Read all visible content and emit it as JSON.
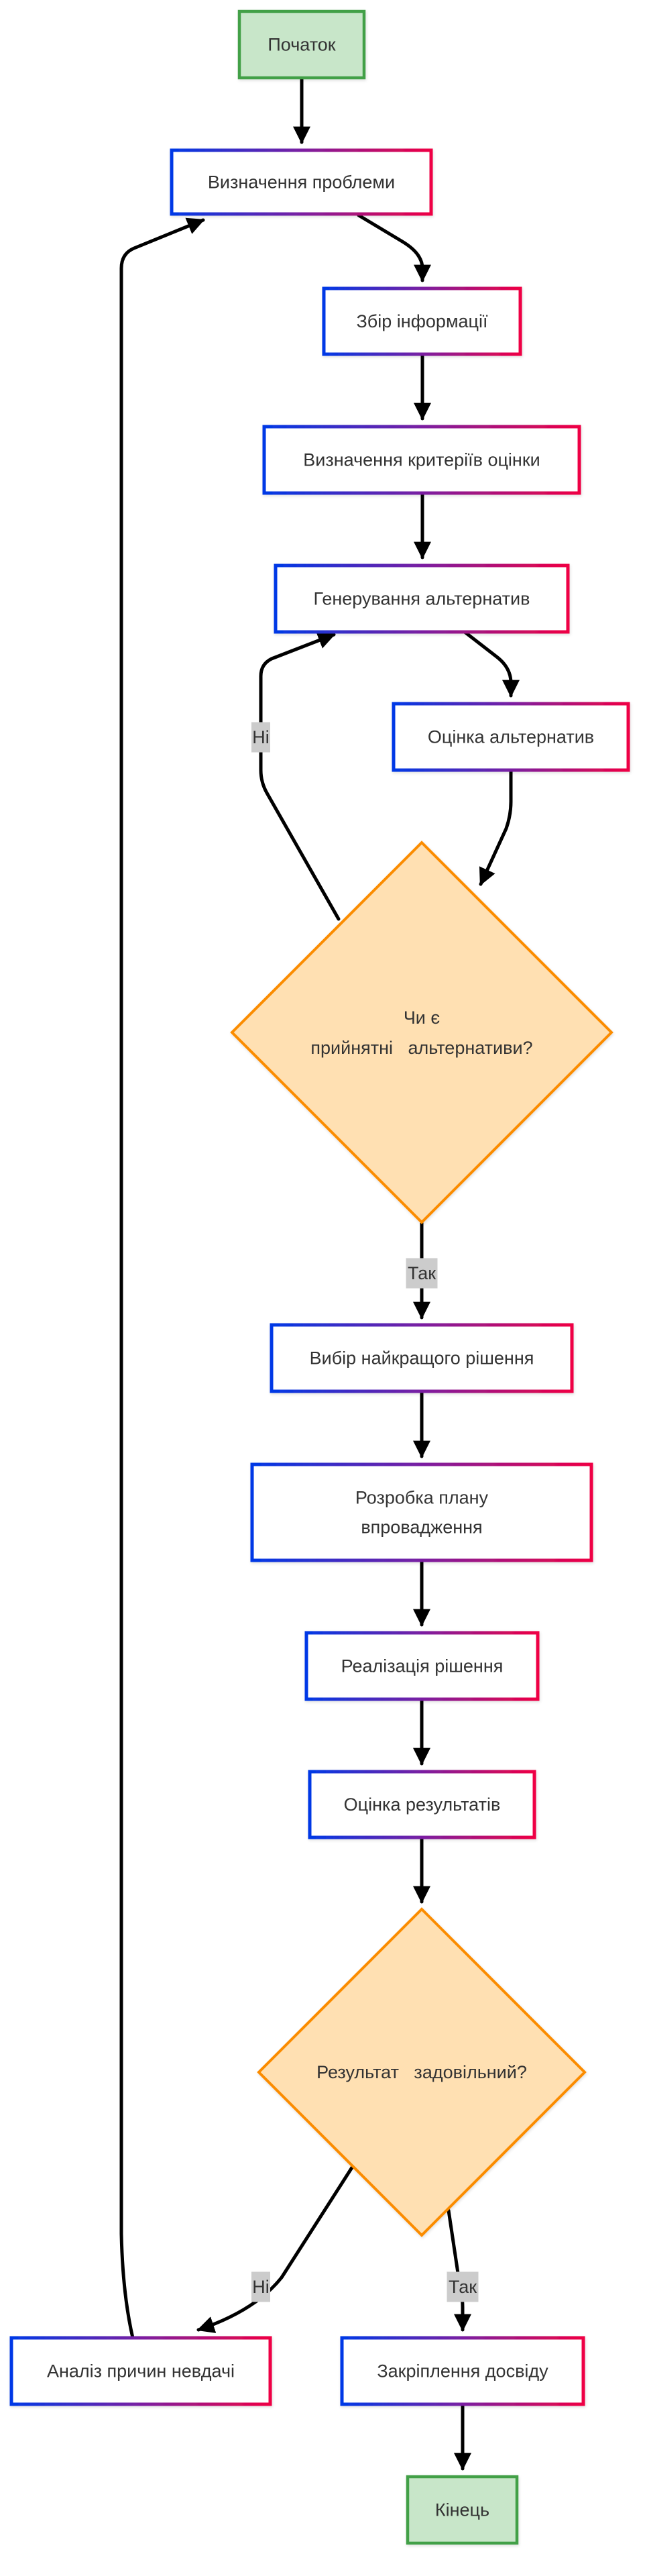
{
  "diagram": {
    "type": "flowchart",
    "language": "uk",
    "colors": {
      "terminal_fill": "#c8e6c9",
      "terminal_stroke": "#43a047",
      "process_fill": "#ffffff",
      "process_stroke_gradient": [
        "#0039e6",
        "#ef0044"
      ],
      "decision_fill": "#ffe0b2",
      "decision_stroke": "#fb8c00",
      "edge": "#000000",
      "edge_label_bg": "#cccccc",
      "text": "#333333"
    },
    "nodes": {
      "start": {
        "label": "Початок",
        "shape": "terminal"
      },
      "define_problem": {
        "label": "Визначення проблеми",
        "shape": "process"
      },
      "gather_info": {
        "label": "Збір інформації",
        "shape": "process"
      },
      "define_criteria": {
        "label": "Визначення критеріїв оцінки",
        "shape": "process"
      },
      "generate_alternatives": {
        "label": "Генерування альтернатив",
        "shape": "process"
      },
      "evaluate_alternatives": {
        "label": "Оцінка альтернатив",
        "shape": "process"
      },
      "acceptable_decision": {
        "label_lines": [
          "Чи є",
          "прийнятні   альтернативи?"
        ],
        "shape": "decision"
      },
      "select_best": {
        "label": "Вибір найкращого рішення",
        "shape": "process"
      },
      "develop_plan": {
        "label_lines": [
          "Розробка плану",
          "впровадження"
        ],
        "shape": "process"
      },
      "implement": {
        "label": "Реалізація рішення",
        "shape": "process"
      },
      "evaluate_results": {
        "label": "Оцінка результатів",
        "shape": "process"
      },
      "satisfactory_decision": {
        "label": "Результат   задовільний?",
        "shape": "decision"
      },
      "analyze_failure": {
        "label": "Аналіз причин невдачі",
        "shape": "process"
      },
      "consolidate": {
        "label": "Закріплення досвіду",
        "shape": "process"
      },
      "end": {
        "label": "Кінець",
        "shape": "terminal"
      }
    },
    "edges": [
      {
        "from": "start",
        "to": "define_problem",
        "label": ""
      },
      {
        "from": "define_problem",
        "to": "gather_info",
        "label": ""
      },
      {
        "from": "gather_info",
        "to": "define_criteria",
        "label": ""
      },
      {
        "from": "define_criteria",
        "to": "generate_alternatives",
        "label": ""
      },
      {
        "from": "generate_alternatives",
        "to": "evaluate_alternatives",
        "label": ""
      },
      {
        "from": "evaluate_alternatives",
        "to": "acceptable_decision",
        "label": ""
      },
      {
        "from": "acceptable_decision",
        "to": "generate_alternatives",
        "label": "Ні"
      },
      {
        "from": "acceptable_decision",
        "to": "select_best",
        "label": "Так"
      },
      {
        "from": "select_best",
        "to": "develop_plan",
        "label": ""
      },
      {
        "from": "develop_plan",
        "to": "implement",
        "label": ""
      },
      {
        "from": "implement",
        "to": "evaluate_results",
        "label": ""
      },
      {
        "from": "evaluate_results",
        "to": "satisfactory_decision",
        "label": ""
      },
      {
        "from": "satisfactory_decision",
        "to": "analyze_failure",
        "label": "Ні"
      },
      {
        "from": "satisfactory_decision",
        "to": "consolidate",
        "label": "Так"
      },
      {
        "from": "consolidate",
        "to": "end",
        "label": ""
      },
      {
        "from": "analyze_failure",
        "to": "define_problem",
        "label": ""
      }
    ],
    "edge_labels": {
      "no": "Ні",
      "yes": "Так"
    }
  }
}
